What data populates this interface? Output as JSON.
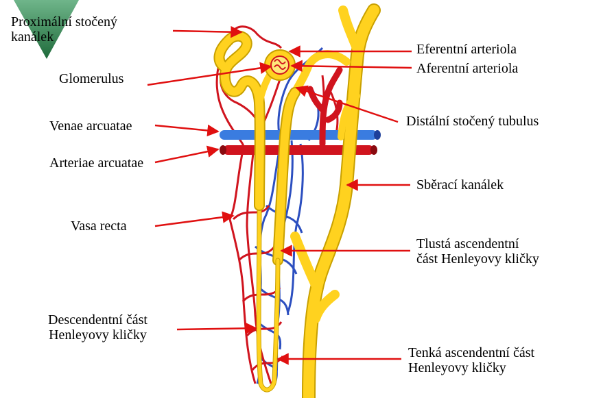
{
  "labels": {
    "proximal": {
      "line1": "Proximální stočený",
      "line2": "kanálek"
    },
    "glomerulus": "Glomerulus",
    "venae": "Venae arcuatae",
    "arteriae": "Arteriae arcuatae",
    "vasa": "Vasa recta",
    "descendent": {
      "line1": "Descendentní část",
      "line2": "Henleyovy kličky"
    },
    "eferentni": "Eferentní arteriola",
    "aferentni": "Aferentní arteriola",
    "distalni": "Distální stočený tubulus",
    "sberaci": "Sběrací kanálek",
    "tlusta": {
      "line1": "Tlustá ascendentní",
      "line2": "část Henleyovy kličky"
    },
    "tenka": {
      "line1": "Tenká ascendentní část",
      "line2": "Henleyovy kličky"
    }
  },
  "colors": {
    "tubule": "#FFD21F",
    "tubule_outline": "#C8A000",
    "artery": "#D0141E",
    "vein": "#2C4FC0",
    "vein_light": "#3A7CE0",
    "pointer": "#E01010",
    "logo": "#2F8F4F"
  },
  "icons": {
    "logo": "green-triangle-logo"
  }
}
